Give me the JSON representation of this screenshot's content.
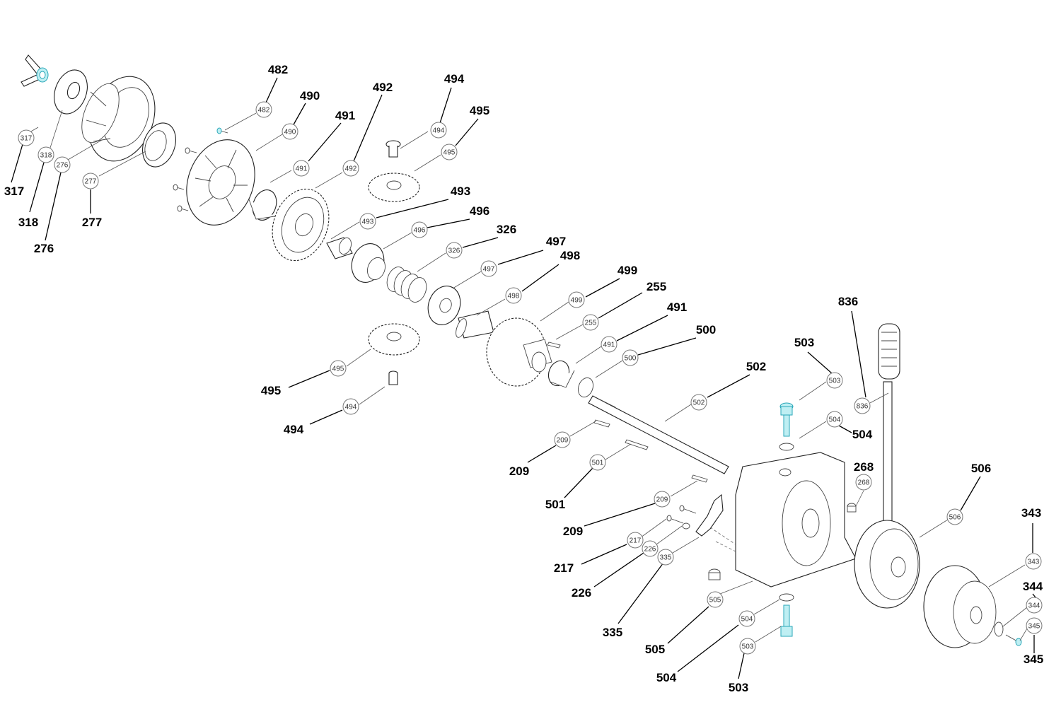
{
  "diagram": {
    "callouts": [
      {
        "id": "317a",
        "number": "317"
      },
      {
        "id": "318a",
        "number": "318"
      },
      {
        "id": "276a",
        "number": "276"
      },
      {
        "id": "277a",
        "number": "277"
      },
      {
        "id": "482a",
        "number": "482"
      },
      {
        "id": "490a",
        "number": "490"
      },
      {
        "id": "491a",
        "number": "491"
      },
      {
        "id": "492a",
        "number": "492"
      },
      {
        "id": "494a",
        "number": "494"
      },
      {
        "id": "495a",
        "number": "495"
      },
      {
        "id": "493a",
        "number": "493"
      },
      {
        "id": "496a",
        "number": "496"
      },
      {
        "id": "326a",
        "number": "326"
      },
      {
        "id": "497a",
        "number": "497"
      },
      {
        "id": "498a",
        "number": "498"
      },
      {
        "id": "499a",
        "number": "499"
      },
      {
        "id": "255a",
        "number": "255"
      },
      {
        "id": "491b",
        "number": "491"
      },
      {
        "id": "500a",
        "number": "500"
      },
      {
        "id": "495b",
        "number": "495"
      },
      {
        "id": "494b",
        "number": "494"
      },
      {
        "id": "502a",
        "number": "502"
      },
      {
        "id": "503a",
        "number": "503"
      },
      {
        "id": "836a",
        "number": "836"
      },
      {
        "id": "504a",
        "number": "504"
      },
      {
        "id": "209a",
        "number": "209"
      },
      {
        "id": "501a",
        "number": "501"
      },
      {
        "id": "209b",
        "number": "209"
      },
      {
        "id": "268a",
        "number": "268"
      },
      {
        "id": "506a",
        "number": "506"
      },
      {
        "id": "217a",
        "number": "217"
      },
      {
        "id": "226a",
        "number": "226"
      },
      {
        "id": "335a",
        "number": "335"
      },
      {
        "id": "343a",
        "number": "343"
      },
      {
        "id": "344a",
        "number": "344"
      },
      {
        "id": "345a",
        "number": "345"
      },
      {
        "id": "505a",
        "number": "505"
      },
      {
        "id": "504b",
        "number": "504"
      },
      {
        "id": "503b",
        "number": "503"
      }
    ]
  }
}
